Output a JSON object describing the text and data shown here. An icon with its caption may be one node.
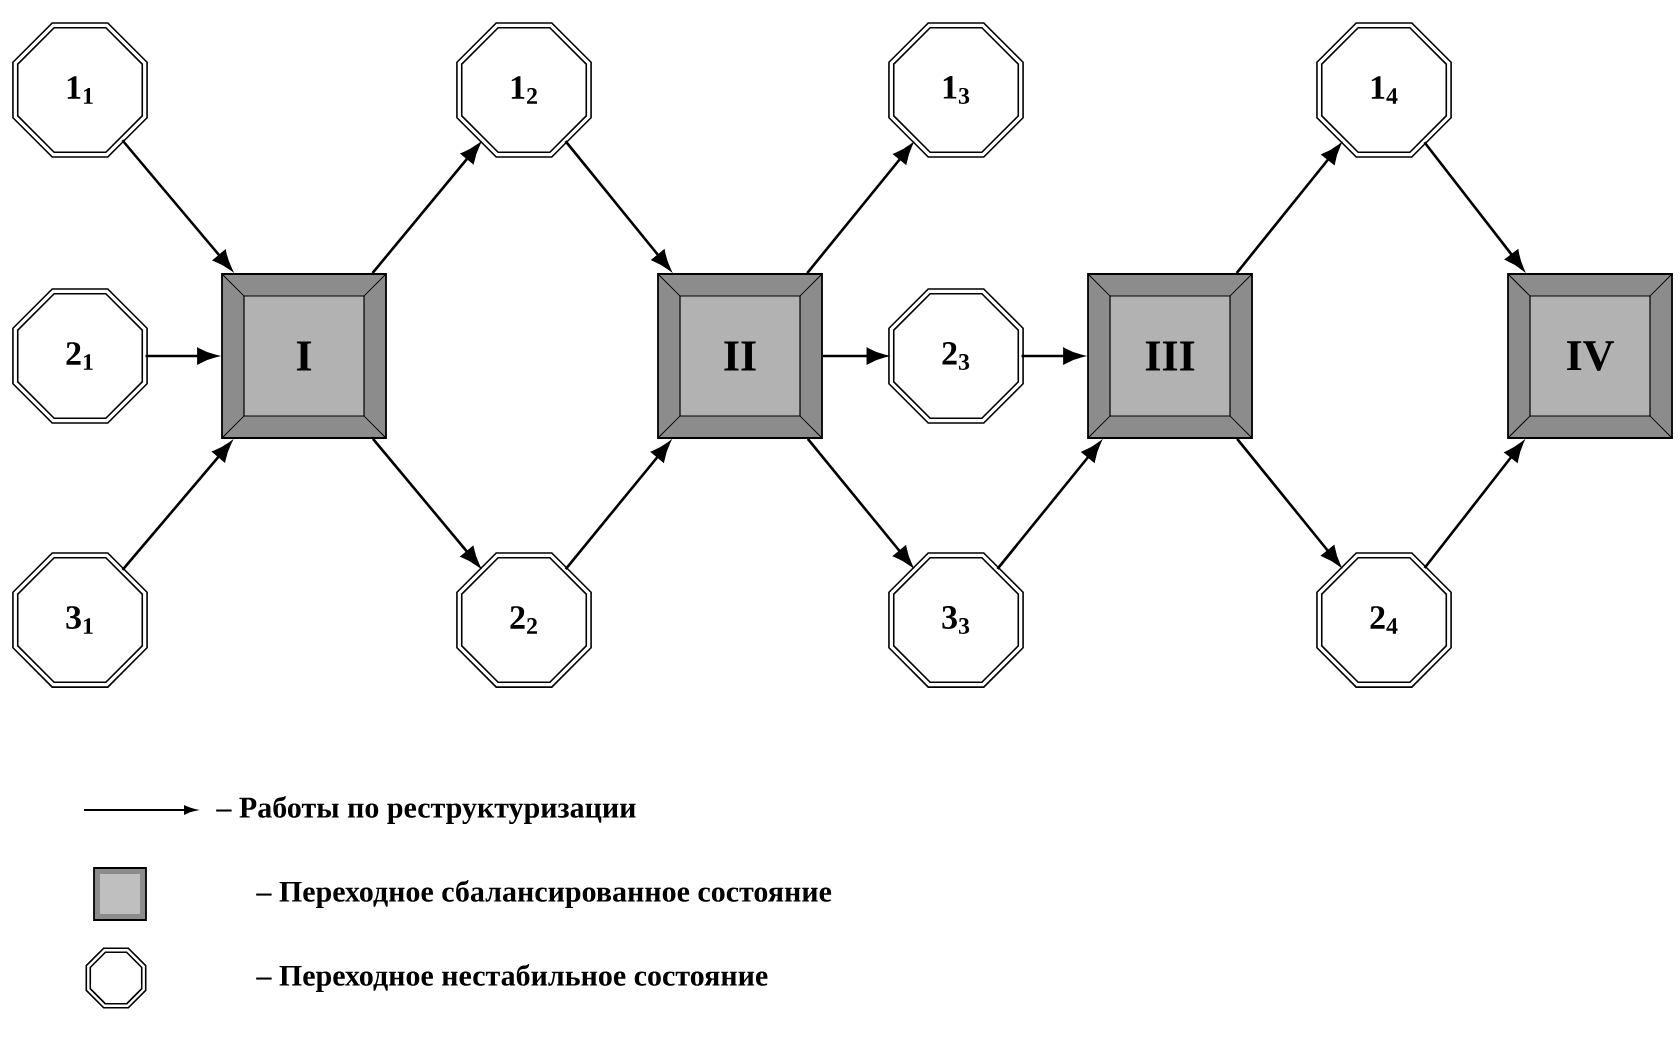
{
  "diagram": {
    "nodes": [
      {
        "text": [
          "1$_{1}$"
        ]
      },
      {
        "text": [
          "2$_{1}$"
        ]
      },
      {
        "text": [
          "3$_{1}$"
        ]
      },
      {
        "text": [
          "I"
        ]
      },
      {
        "text": [
          "1$_{2}$"
        ]
      },
      {
        "text": [
          "2$_{2}$"
        ]
      },
      {
        "text": [
          "II"
        ]
      },
      {
        "text": [
          "1$_{3}$"
        ]
      },
      {
        "text": [
          "2$_{3}$"
        ]
      },
      {
        "text": [
          "3$_{3}$"
        ]
      },
      {
        "text": [
          "III"
        ]
      },
      {
        "text": [
          "1$_{4}$"
        ]
      },
      {
        "text": [
          "2$_{4}$"
        ]
      },
      {
        "text": [
          "IV"
        ]
      }
    ],
    "edges": [
      {
        "from": 0,
        "to": 3,
        "arrow": "to"
      },
      {
        "from": 1,
        "to": 3,
        "arrow": "to"
      },
      {
        "from": 2,
        "to": 3,
        "arrow": "to"
      },
      {
        "from": 3,
        "to": 4,
        "arrow": "to"
      },
      {
        "from": 3,
        "to": 5,
        "arrow": "to"
      },
      {
        "from": 4,
        "to": 6,
        "arrow": "to"
      },
      {
        "from": 5,
        "to": 6,
        "arrow": "to"
      },
      {
        "from": 6,
        "to": 7,
        "arrow": "to"
      },
      {
        "from": 6,
        "to": 8,
        "arrow": "to"
      },
      {
        "from": 6,
        "to": 9,
        "arrow": "to"
      },
      {
        "from": 8,
        "to": 10,
        "arrow": "to"
      },
      {
        "from": 9,
        "to": 10,
        "arrow": "to"
      },
      {
        "from": 10,
        "to": 11,
        "arrow": "to"
      },
      {
        "from": 10,
        "to": 12,
        "arrow": "to"
      },
      {
        "from": 11,
        "to": 13,
        "arrow": "to"
      },
      {
        "from": 12,
        "to": 13,
        "arrow": "to"
      }
    ],
    "legend": [
      {
        "text": "– Работы по реструктуризации"
      },
      {
        "text": "– Переходное сбалансированное состояние"
      },
      {
        "text": "– Переходное нестабильное состояние"
      }
    ]
  }
}
